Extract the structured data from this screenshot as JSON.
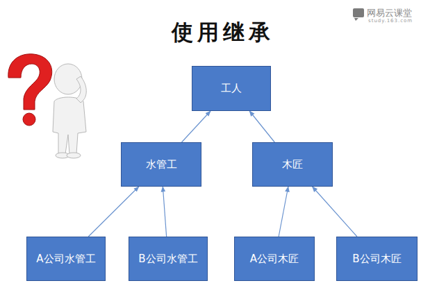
{
  "diagram": {
    "title": "使用继承",
    "nodes": [
      {
        "text": [
          "工人"
        ]
      },
      {
        "text": [
          "水管工"
        ]
      },
      {
        "text": [
          "木匠"
        ]
      },
      {
        "text": [
          "A公司水管工"
        ]
      },
      {
        "text": [
          "B公司水管工"
        ]
      },
      {
        "text": [
          "A公司木匠"
        ]
      },
      {
        "text": [
          "B公司木匠"
        ]
      }
    ],
    "edges": [
      {
        "from": 1,
        "to": 0,
        "arrow": "to"
      },
      {
        "from": 2,
        "to": 0,
        "arrow": "to"
      },
      {
        "from": 3,
        "to": 1,
        "arrow": "to"
      },
      {
        "from": 4,
        "to": 1,
        "arrow": "to"
      },
      {
        "from": 5,
        "to": 2,
        "arrow": "to"
      },
      {
        "from": 6,
        "to": 2,
        "arrow": "to"
      }
    ],
    "labels": [
      "网易云课堂",
      "study.163.com"
    ]
  }
}
